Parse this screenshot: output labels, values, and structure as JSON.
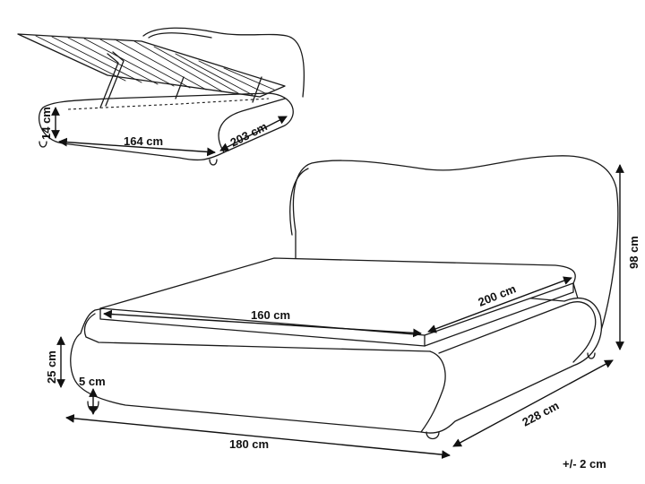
{
  "storage_view": {
    "height_label": "14 cm",
    "width_label": "164 cm",
    "length_label": "203 cm"
  },
  "main_view": {
    "headboard_height_label": "98 cm",
    "mattress_width_label": "160 cm",
    "mattress_length_label": "200 cm",
    "frame_height_label": "25 cm",
    "leg_height_label": "5 cm",
    "overall_width_label": "180 cm",
    "overall_length_label": "228 cm"
  },
  "tolerance_label": "+/- 2 cm"
}
